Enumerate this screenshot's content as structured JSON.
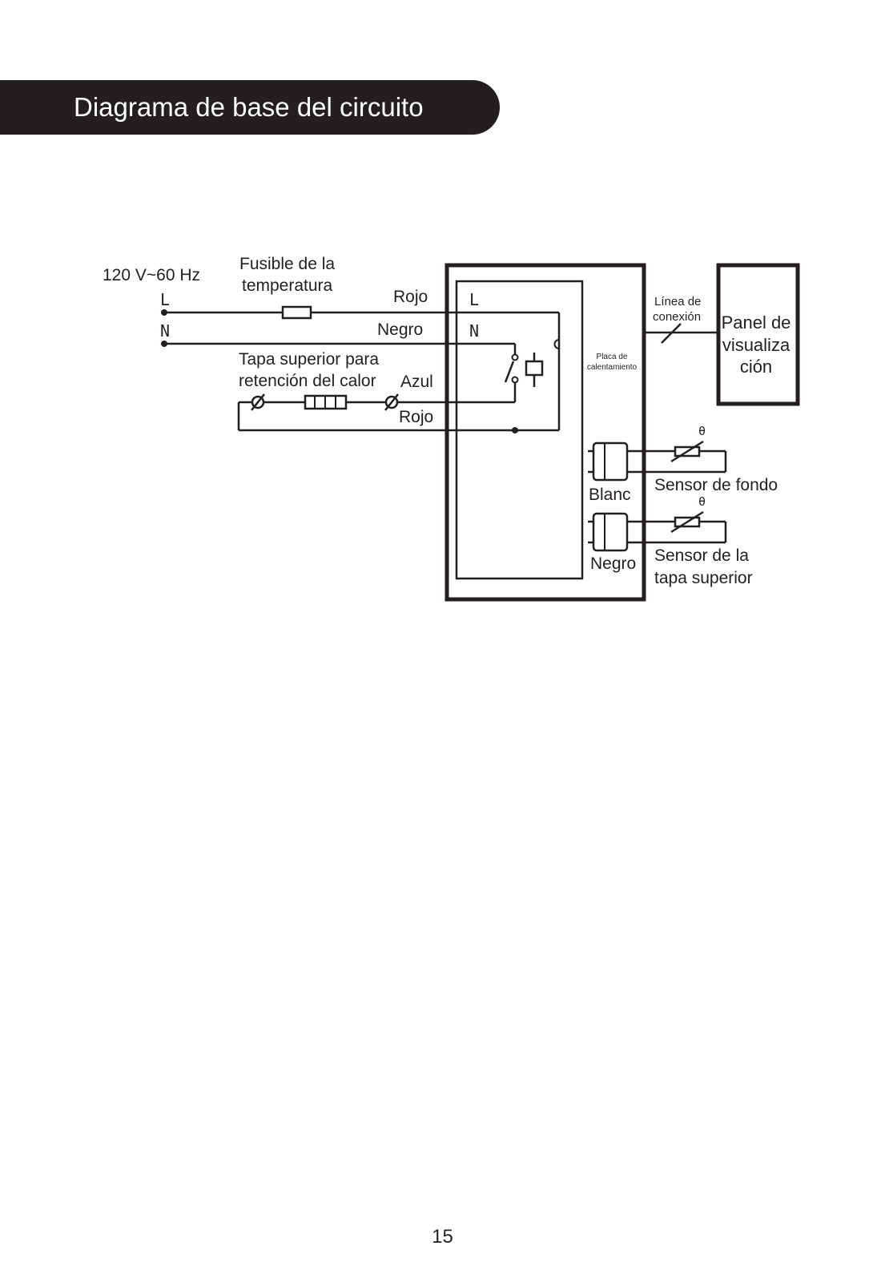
{
  "header": {
    "title": "Diagrama de base del circuito"
  },
  "diagram": {
    "supply": {
      "voltage": "120 V~60 Hz",
      "l": "L",
      "n": "N"
    },
    "fuse_label": [
      "Fusible de la",
      "temperatura"
    ],
    "wire_labels": {
      "rojo_top": "Rojo",
      "negro": "Negro",
      "azul": "Azul",
      "rojo_bottom": "Rojo"
    },
    "lid_heater_label": [
      "Tapa superior para",
      "retención del calor"
    ],
    "board_terminals": {
      "l": "L",
      "n": "N"
    },
    "board_label": [
      "Placa de",
      "calentamiento"
    ],
    "connection_line_label": [
      "Línea de",
      "conexión"
    ],
    "display_panel_label": [
      "Panel de",
      "visualiza",
      "ción"
    ],
    "theta_symbol": "θ",
    "bottom_sensor": {
      "label": "Sensor de fondo",
      "connector_color": "Blanc"
    },
    "lid_sensor": {
      "label": [
        "Sensor de la",
        "tapa superior"
      ],
      "connector_color": "Negro"
    }
  },
  "page_number": "15"
}
